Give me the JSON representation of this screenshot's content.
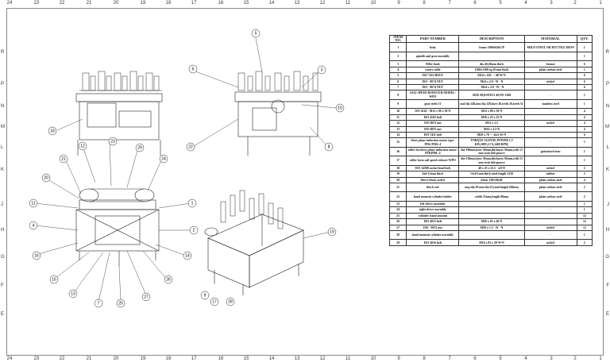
{
  "zones": {
    "top": [
      "24",
      "23",
      "22",
      "21",
      "20",
      "19",
      "18",
      "17",
      "16",
      "15",
      "14",
      "13",
      "12",
      "11",
      "10",
      "9",
      "8",
      "7",
      "6",
      "5",
      "4",
      "3",
      "2",
      "1"
    ],
    "bottom": [
      "24",
      "23",
      "22",
      "21",
      "20",
      "19",
      "18",
      "17",
      "16",
      "15",
      "14",
      "13",
      "12",
      "11",
      "10",
      "9",
      "8",
      "7",
      "6",
      "5",
      "4",
      "3",
      "2",
      "1"
    ],
    "side": [
      "R",
      "P",
      "N",
      "M",
      "L",
      "K",
      "J",
      "H",
      "G",
      "F",
      "E"
    ]
  },
  "callouts": [
    "1",
    "2",
    "3",
    "4",
    "5",
    "6",
    "7",
    "8",
    "9",
    "10",
    "11",
    "12",
    "13",
    "14",
    "15",
    "16",
    "17",
    "18",
    "19",
    "20",
    "21",
    "22",
    "23",
    "24",
    "25",
    "26",
    "27",
    "28",
    "29"
  ],
  "bom": {
    "headers": [
      "ITEM NO.",
      "PART NUMBER",
      "DESCRIPTION",
      "MATERIAL",
      "QTY."
    ],
    "rows": [
      [
        "1",
        "body",
        "frame 1680x620x78",
        "MILD STEEL OR DUCTILE IRON",
        "1"
      ],
      [
        "2",
        "spindle and gear assembly",
        "",
        "",
        "1"
      ],
      [
        "3",
        "Filler bush",
        "dia 40,20mm thick",
        "bronze",
        "6"
      ],
      [
        "4",
        "rotary table",
        "1300x1300 sq,20 mm thick",
        "plain carbon steel",
        "1"
      ],
      [
        "5",
        "ISO 7412 BOLT",
        "M24 x 120 --- 48-W-N",
        "",
        "6"
      ],
      [
        "6",
        "ISO - 8674 NUT",
        "M24 x 2.0 - W - N",
        "nickel",
        "6"
      ],
      [
        "7",
        "ISO - 8674 NUT",
        "- M24 x 2.0 - W - N",
        "",
        "6"
      ],
      [
        "8",
        "SALI SPEED REDUCER MODEL-WPO",
        "SIZE 80,RATIO1 40,NO 1306",
        "-",
        "1"
      ],
      [
        "9",
        "gear teeth 31",
        "mal dia 148,min dia 120,bore 20,teeth 20,teeth 31",
        "stainless steel",
        "1"
      ],
      [
        "10",
        "ISO 4162 - M12 x 80 x 30-N",
        "M12 x 80 x 30-N",
        "",
        "4"
      ],
      [
        "11",
        "ISO 4162 bolt",
        "M16 x 25 x 25-N",
        "",
        "4"
      ],
      [
        "12",
        "ISO 8675 nut",
        "M12 x 1.5",
        "nickel",
        "4"
      ],
      [
        "13",
        "ISO 8675 nut",
        "M16 x 1.5-N",
        "",
        "4"
      ],
      [
        "14",
        "ISO 7411 bolt",
        "M20 x 70 --- 44.5-W-N",
        "",
        "6"
      ],
      [
        "15",
        "three phase induction motor type-PFK-P90L-4",
        "TORQUE 10.2N/M, POWER 1.5 KW,200V,2.7A,1400 RPM,",
        "-",
        "1"
      ],
      [
        "16",
        "roller for three phase induction motor-PFKP90L-4",
        "dia-100mm,bore 30mm,thickness 50mm,with 15 mm twin belt groove",
        "galvanised iron",
        "1"
      ],
      [
        "17",
        "roller form sali speed reducer-WPO",
        "dia-120mm,bore 30mm,thickness 50mm,with 15 mm twin belt groove",
        "",
        "1"
      ],
      [
        "18",
        "ISO 14580 socket head bolt",
        "40 x 25 x 22.5 - 4.8-N",
        "nickel",
        "2"
      ],
      [
        "19",
        "belt 15mm thick",
        "15x10 mm thick total length 1230",
        "rubber",
        "2"
      ],
      [
        "20",
        "Sleeve block socket",
        "block 120x59x40",
        "plain carbon steel",
        "4"
      ],
      [
        "21",
        "block rod",
        "maj dia 50 min dia 25,total length 260mm",
        "plain carbon steel",
        "2"
      ],
      [
        "22",
        "hand moment cylinder holder",
        "width 55mm,length 80mm",
        "plain carbon steel",
        "2"
      ],
      [
        "23",
        "left sleeve assembly",
        "",
        "",
        "1"
      ],
      [
        "24",
        "right sleeve assembly",
        "",
        "-",
        "1"
      ],
      [
        "25",
        "cylinder stand amount",
        "",
        "",
        "12"
      ],
      [
        "26",
        "ISO 4015 bolt",
        "M20 x 65 x 46-N",
        "",
        "12"
      ],
      [
        "27",
        "ISO - 8672 nut",
        "M20 x 1.5 - W - N",
        "nickel",
        "12"
      ],
      [
        "28",
        "hand moment cylinder assembly",
        "",
        "-",
        "1"
      ],
      [
        "29",
        "ISO 4016 bolt",
        "M16 x 85 x 28-W-N",
        "nickel",
        "2"
      ]
    ]
  }
}
